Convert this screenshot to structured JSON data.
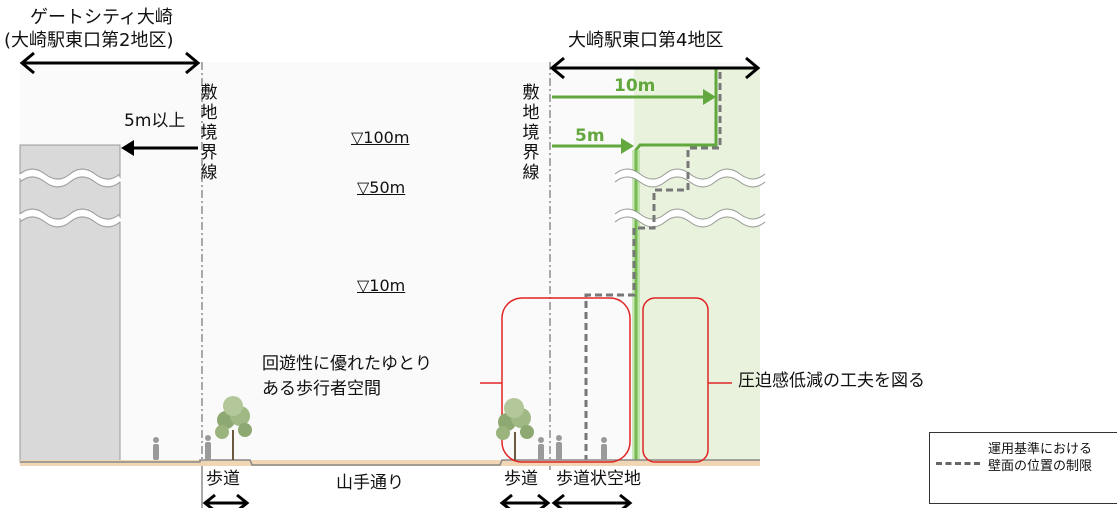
{
  "title_left_line1": "ゲートシティ大崎",
  "title_left_line2": "(大崎駅東口第2地区)",
  "title_right": "大崎駅東口第4地区",
  "setback_left": "5m以上",
  "boundary_label_left": "敷地境界線",
  "boundary_label_right": "敷地境界線",
  "levels": {
    "l100": "▽100m",
    "l50": "▽50m",
    "l10": "▽10m"
  },
  "setback_10m": "10m",
  "setback_5m": "5m",
  "callout_left": [
    "回遊性に優れたゆとり",
    "ある歩行者空間"
  ],
  "callout_right": "圧迫感低減の工夫を図る",
  "bottom_labels": {
    "sidewalk_left": "歩道",
    "road": "山手通り",
    "sidewalk_right": "歩道",
    "open_space": "歩道状空地"
  },
  "legend": {
    "line1": "運用基準における",
    "line2": "壁面の位置の制限"
  },
  "colors": {
    "green_line": "#63a83e",
    "green_fill": "#e8f2dc",
    "red_box": "#e02424",
    "ground": "#f0d6b4",
    "left_building": "#d9d9d9"
  }
}
